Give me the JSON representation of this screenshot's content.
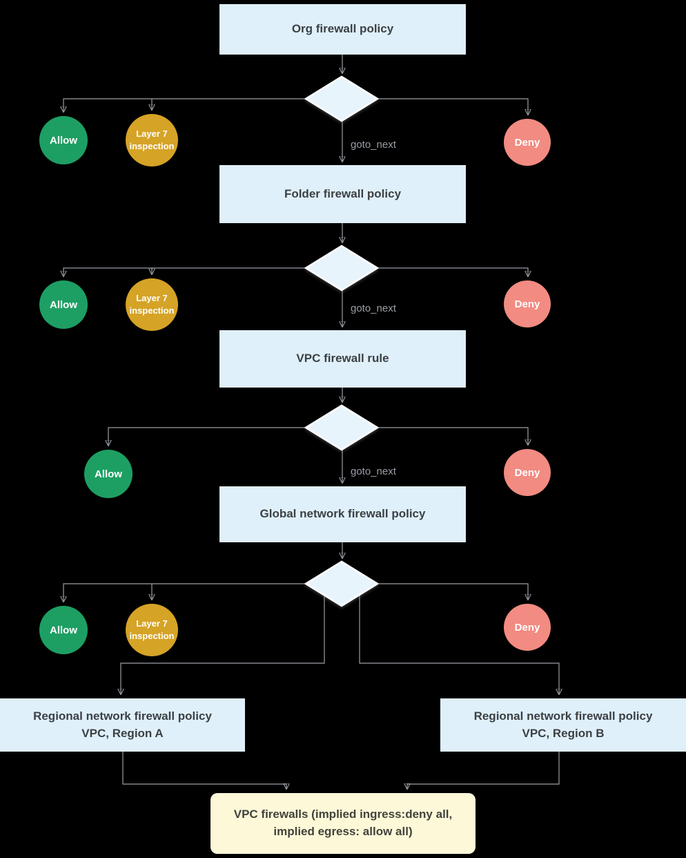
{
  "background": "#000000",
  "palette": {
    "node_fill": "#dff0fb",
    "node_text": "#3c4043",
    "diamond_fill": "#e8f4fc",
    "allow_fill": "#1d9f63",
    "layer7_fill": "#d5a326",
    "deny_fill": "#f28b82",
    "connector": "#9aa0a6",
    "final_fill": "#fdf8d8"
  },
  "nodes": {
    "org": {
      "label": "Org firewall policy"
    },
    "folder": {
      "label": "Folder firewall policy"
    },
    "vpc_rule": {
      "label": "VPC firewall rule"
    },
    "global": {
      "label": "Global network firewall policy"
    },
    "regional_a": {
      "line1": "Regional network firewall policy",
      "line2": "VPC, Region A"
    },
    "regional_b": {
      "line1": "Regional network firewall policy",
      "line2": "VPC, Region B"
    },
    "final": {
      "line1": "VPC firewalls  (implied ingress:deny all,",
      "line2": "implied egress: allow all)"
    }
  },
  "outcomes": {
    "allow": "Allow",
    "layer7_line1": "Layer 7",
    "layer7_line2": "inspection",
    "deny": "Deny",
    "goto_next": "goto_next"
  }
}
